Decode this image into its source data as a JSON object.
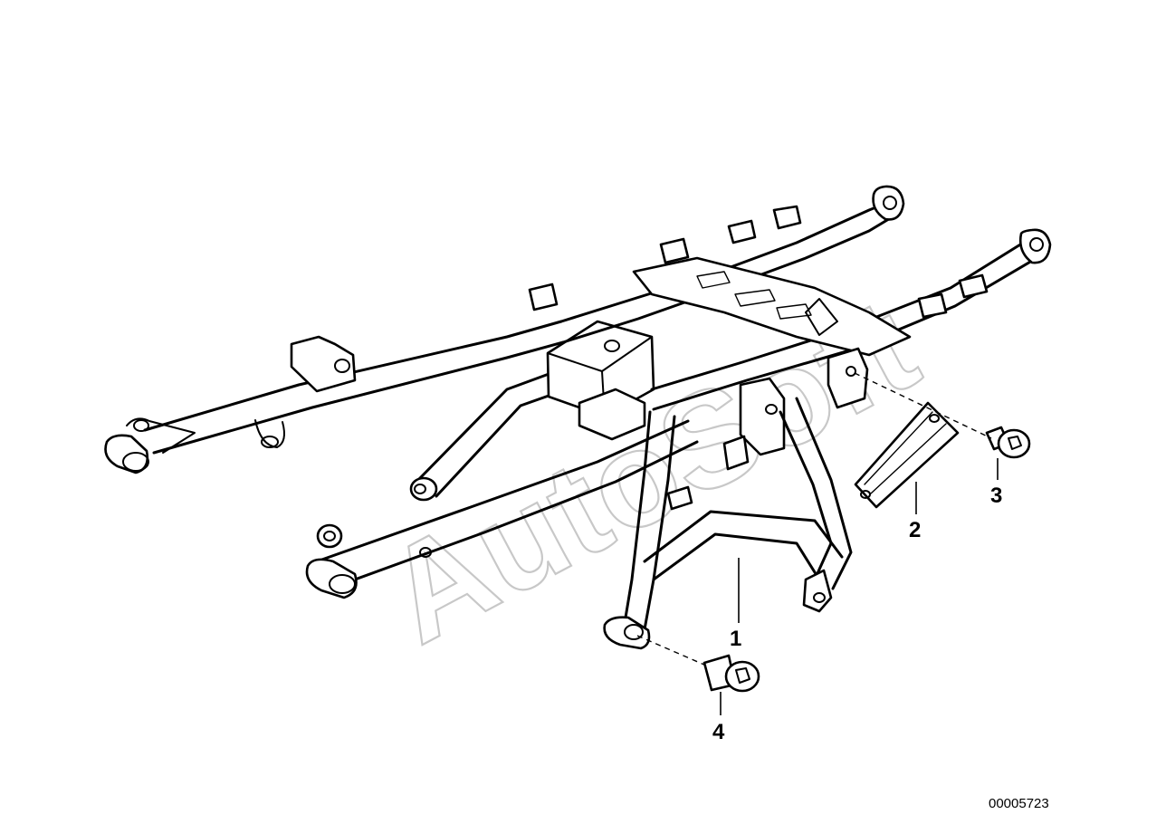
{
  "callouts": [
    {
      "label": "1"
    },
    {
      "label": "2"
    },
    {
      "label": "3"
    },
    {
      "label": "4"
    }
  ],
  "document_number": "00005723",
  "watermark": "AutoSoft"
}
